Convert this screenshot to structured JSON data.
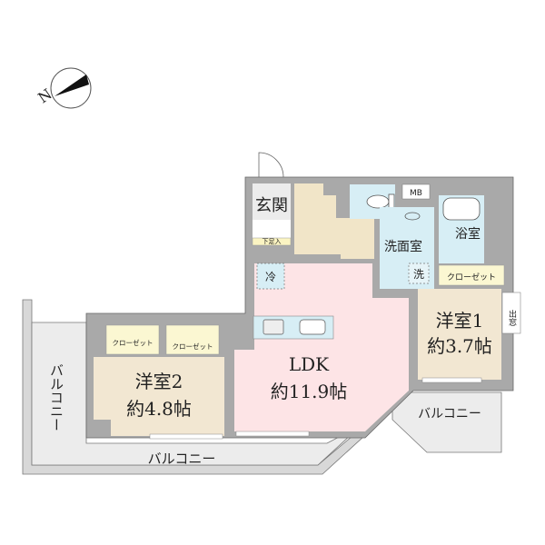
{
  "compass": {
    "north_label": "N"
  },
  "colors": {
    "wall": "#a9a9a9",
    "ldk": "#fde4e6",
    "western_room": "#f2e7d2",
    "wet_area": "#d7eef5",
    "hall": "#f1e5c8",
    "closet": "#fbf7d2",
    "balcony": "#ececec",
    "entrance": "#ececec"
  },
  "rooms": {
    "entrance": {
      "label": "玄関"
    },
    "shoe_closet": {
      "label": "下足入"
    },
    "fridge": {
      "label": "冷"
    },
    "washroom": {
      "label": "洗面室"
    },
    "washer": {
      "label": "洗"
    },
    "bathroom": {
      "label": "浴室"
    },
    "meter_box": {
      "label": "MB"
    },
    "closet1": {
      "label": "クローゼット"
    },
    "bay_window": {
      "label": "出窓"
    },
    "western1": {
      "name": "洋室1",
      "size": "約3.7帖"
    },
    "ldk": {
      "name": "LDK",
      "size": "約11.9帖"
    },
    "western2": {
      "name": "洋室2",
      "size": "約4.8帖"
    },
    "closet2a": {
      "label": "クローゼット"
    },
    "closet2b": {
      "label": "クローゼット"
    },
    "balcony_left": {
      "label": "バルコニー"
    },
    "balcony_bottom": {
      "label": "バルコニー"
    },
    "balcony_right": {
      "label": "バルコニー"
    }
  }
}
